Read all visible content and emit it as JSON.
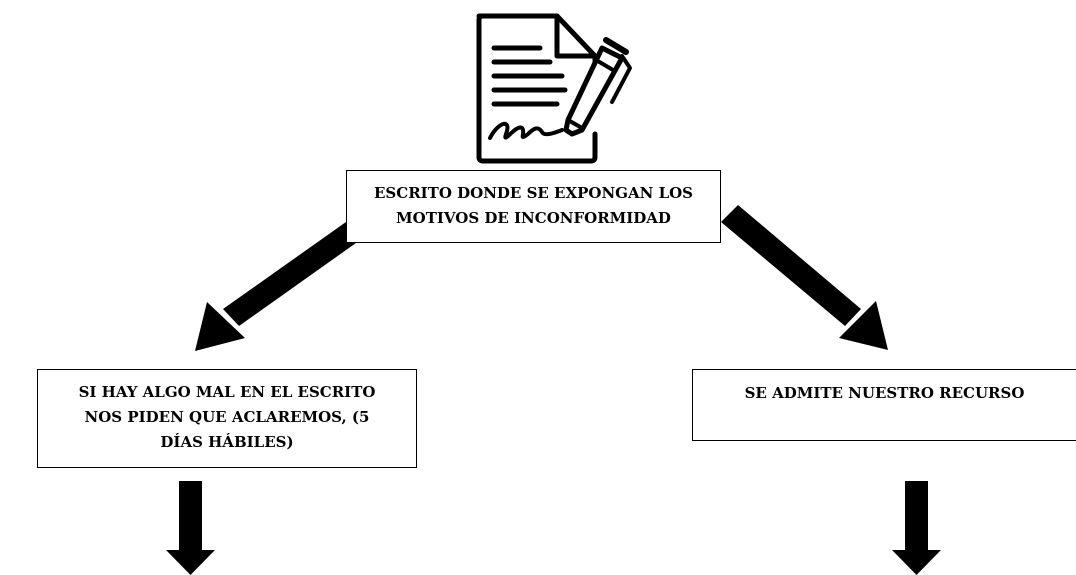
{
  "icon": {
    "name": "document-signature-icon"
  },
  "nodes": {
    "top": {
      "lines": [
        "ESCRITO DONDE SE EXPONGAN LOS",
        "MOTIVOS DE INCONFORMIDAD"
      ]
    },
    "left": {
      "lines": [
        "SI HAY ALGO MAL EN EL ESCRITO",
        "NOS PIDEN QUE ACLAREMOS, (5",
        "DÍAS HÁBILES)"
      ]
    },
    "right": {
      "lines": [
        "SE ADMITE NUESTRO RECURSO"
      ]
    }
  },
  "colors": {
    "ink": "#000000",
    "background": "#ffffff"
  }
}
